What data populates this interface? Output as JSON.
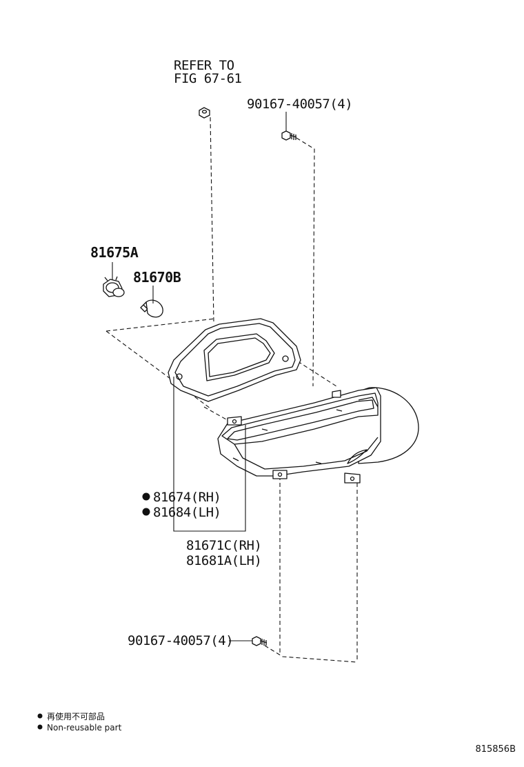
{
  "callouts": {
    "refer_line1": "REFER TO",
    "refer_line2": "FIG 67-61",
    "screw_top": "90167-40057(4)",
    "bulb_socket": "81675A",
    "bulb": "81670B",
    "gasket_rh": "81674(RH)",
    "gasket_lh": "81684(LH)",
    "lamp_rh": "81671C(RH)",
    "lamp_lh": "81681A(LH)",
    "screw_bottom": "90167-40057(4)"
  },
  "legend": {
    "jp": "再使用不可部品",
    "en": "Non-reusable part"
  },
  "figure_number": "815856B"
}
